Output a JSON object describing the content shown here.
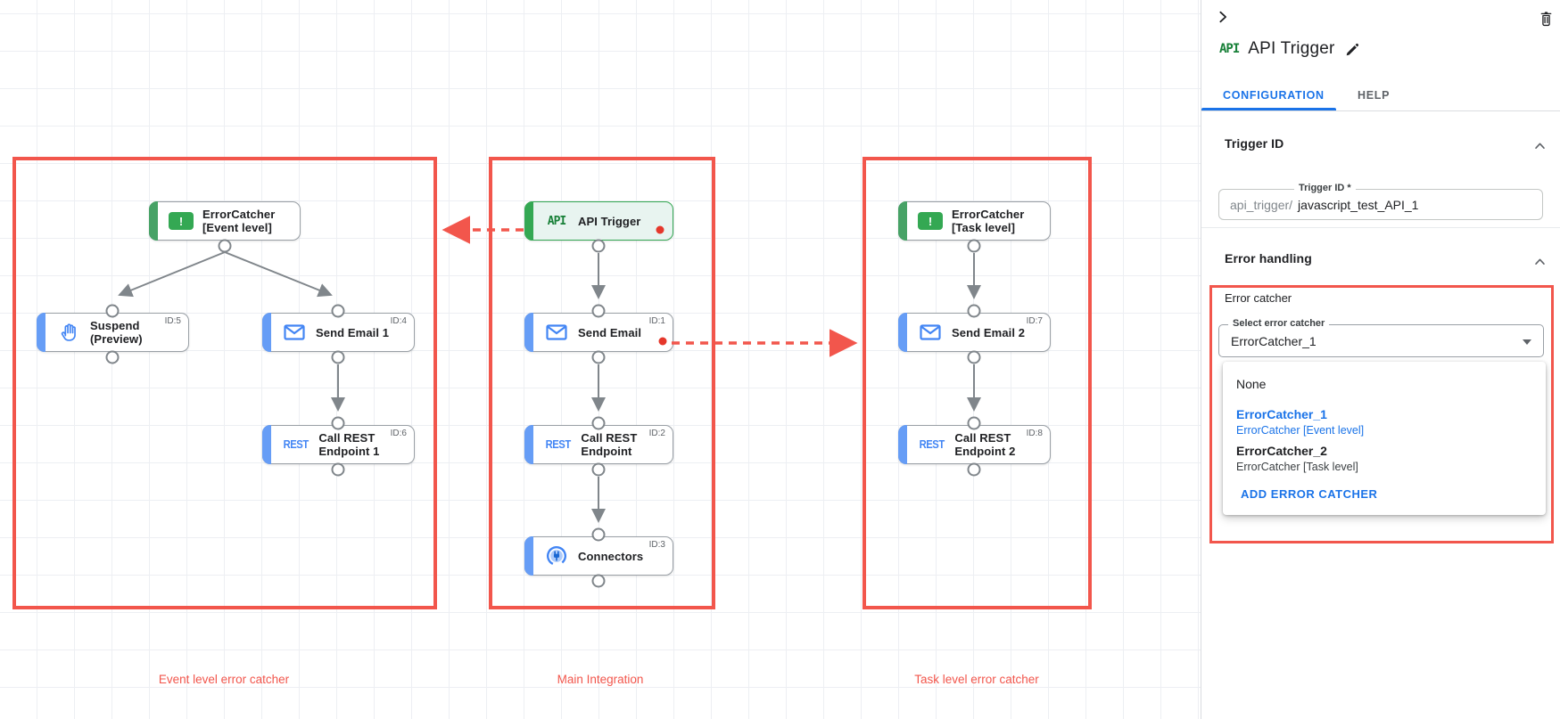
{
  "colors": {
    "primary_blue": "#1a73e8",
    "icon_blue": "#4285f4",
    "google_green": "#34a853",
    "api_green": "#188038",
    "annotation_red": "#f2564c",
    "node_accent_blue": "#669df6",
    "connector_gray": "#80868b",
    "red_dot": "#e5372b"
  },
  "canvas": {
    "groups": [
      {
        "label": "Event level error catcher"
      },
      {
        "label": "Main Integration"
      },
      {
        "label": "Task level error catcher"
      }
    ],
    "nodes": [
      {
        "label": "ErrorCatcher\n[Event level]",
        "icon": "error-icon",
        "icon_text": "!"
      },
      {
        "label": "Suspend\n(Preview)",
        "id_label": "ID:5",
        "icon": "hand-icon"
      },
      {
        "label": "Send Email 1",
        "id_label": "ID:4",
        "icon": "envelope-icon"
      },
      {
        "label": "Call REST\nEndpoint 1",
        "id_label": "ID:6",
        "icon": "rest-icon",
        "icon_text": "REST"
      },
      {
        "label": "API Trigger",
        "icon": "api-icon",
        "icon_text": "API"
      },
      {
        "label": "Send Email",
        "id_label": "ID:1",
        "icon": "envelope-icon"
      },
      {
        "label": "Call REST\nEndpoint",
        "id_label": "ID:2",
        "icon": "rest-icon",
        "icon_text": "REST"
      },
      {
        "label": "Connectors",
        "id_label": "ID:3",
        "icon": "connectors-icon"
      },
      {
        "label": "ErrorCatcher\n[Task level]",
        "icon": "error-icon",
        "icon_text": "!"
      },
      {
        "label": "Send Email 2",
        "id_label": "ID:7",
        "icon": "envelope-icon"
      },
      {
        "label": "Call REST\nEndpoint 2",
        "id_label": "ID:8",
        "icon": "rest-icon",
        "icon_text": "REST"
      }
    ]
  },
  "panel": {
    "icon_text": "API",
    "title": "API Trigger",
    "tabs": [
      {
        "label": "CONFIGURATION"
      },
      {
        "label": "HELP"
      }
    ],
    "trigger_id": {
      "heading": "Trigger ID",
      "field_label": "Trigger ID *",
      "prefix": "api_trigger/",
      "value": "javascript_test_API_1"
    },
    "error_handling": {
      "heading": "Error handling",
      "group_label": "Error catcher",
      "select_label": "Select error catcher",
      "select_value": "ErrorCatcher_1",
      "options": [
        {
          "name": "None",
          "sub": ""
        },
        {
          "name": "ErrorCatcher_1",
          "sub": "ErrorCatcher [Event level]"
        },
        {
          "name": "ErrorCatcher_2",
          "sub": "ErrorCatcher [Task level]"
        }
      ],
      "add_button": "ADD ERROR CATCHER"
    }
  }
}
